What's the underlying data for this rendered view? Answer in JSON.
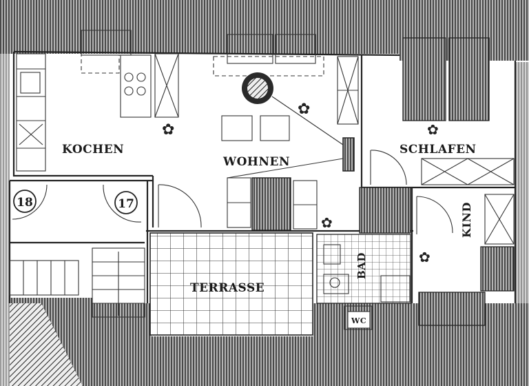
{
  "rooms": {
    "kochen": "KOCHEN",
    "wohnen": "WOHNEN",
    "schlafen": "SCHLAFEN",
    "kind": "KIND",
    "bad": "BAD",
    "terrasse": "TERRASSE",
    "wc": "WC"
  },
  "markers": {
    "left": "18",
    "right": "17"
  }
}
